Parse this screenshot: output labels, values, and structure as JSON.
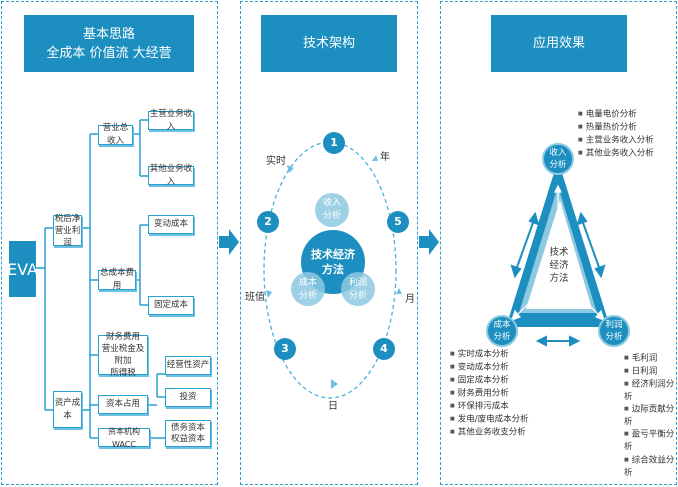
{
  "left_panel": {
    "header": {
      "line1": "基本思路",
      "line2": "全成本 价值流 大经营"
    },
    "root": "EVA",
    "level1": [
      {
        "label": "税后净\n营业利润"
      },
      {
        "label": "资产成本"
      }
    ],
    "level2": [
      {
        "label": "营业总收入"
      },
      {
        "label": "总成本费用"
      },
      {
        "label": "财务费用\n营业税金及附加\n所得税"
      },
      {
        "label": "资本占用"
      },
      {
        "label": "资本机构WACC"
      }
    ],
    "level3": [
      {
        "label": "主营业务收入"
      },
      {
        "label": "其他业务收入"
      },
      {
        "label": "变动成本"
      },
      {
        "label": "固定成本"
      },
      {
        "label": "经营性资产"
      },
      {
        "label": "投资"
      },
      {
        "label": "债务资本\n权益资本"
      }
    ]
  },
  "middle_panel": {
    "header": "技术架构",
    "center": "技术经济\n方法",
    "satellites": [
      "收入\n分析",
      "成本\n分析",
      "利润\n分析"
    ],
    "cycle_nodes": [
      "1",
      "2",
      "3",
      "4",
      "5"
    ],
    "cycle_labels": [
      "实时",
      "班值",
      "日",
      "月",
      "年"
    ]
  },
  "right_panel": {
    "header": "应用效果",
    "center": "技术\n经济\n方法",
    "vertices": [
      "收入\n分析",
      "成本\n分析",
      "利润\n分析"
    ],
    "income_items": [
      "电量电价分析",
      "热量热价分析",
      "主营业务收入分析",
      "其他业务收入分析"
    ],
    "cost_items": [
      "实时成本分析",
      "变动成本分析",
      "固定成本分析",
      "财务费用分析",
      "环保排污成本",
      "发电/废电成本分析",
      "其他业务收支分析"
    ],
    "profit_items": [
      "毛利润",
      "日利润",
      "经济利润分析",
      "边际贡献分析",
      "盈亏平衡分析",
      "综合效益分析"
    ]
  },
  "colors": {
    "primary": "#1c8fc0",
    "light": "#8ec9e2",
    "border": "#2a9fd0"
  }
}
